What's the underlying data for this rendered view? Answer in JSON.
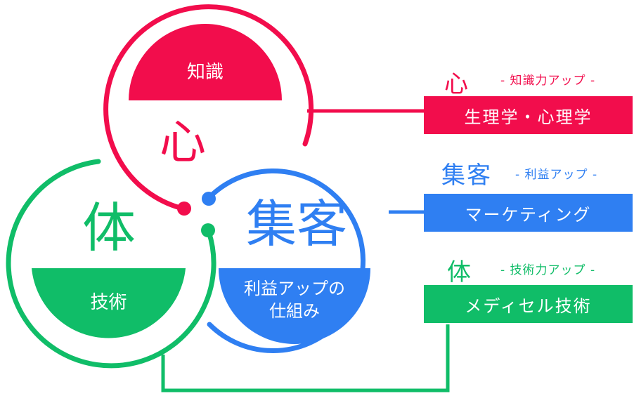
{
  "colors": {
    "kokoro": "#f20d4c",
    "shukaku": "#2f7ff2",
    "karada": "#10bd68"
  },
  "circles": {
    "kokoro": {
      "center_label": "心",
      "cap_label": "知識"
    },
    "shukaku": {
      "center_label": "集客",
      "cap_line1": "利益アップの",
      "cap_line2": "仕組み"
    },
    "karada": {
      "center_label": "体",
      "cap_label": "技術"
    }
  },
  "legend": [
    {
      "title": "心",
      "subtitle": "- 知識力アップ -",
      "box": "生理学・心理学"
    },
    {
      "title": "集客",
      "subtitle": "- 利益アップ -",
      "box": "マーケティング"
    },
    {
      "title": "体",
      "subtitle": "- 技術力アップ -",
      "box": "メディセル技術"
    }
  ]
}
